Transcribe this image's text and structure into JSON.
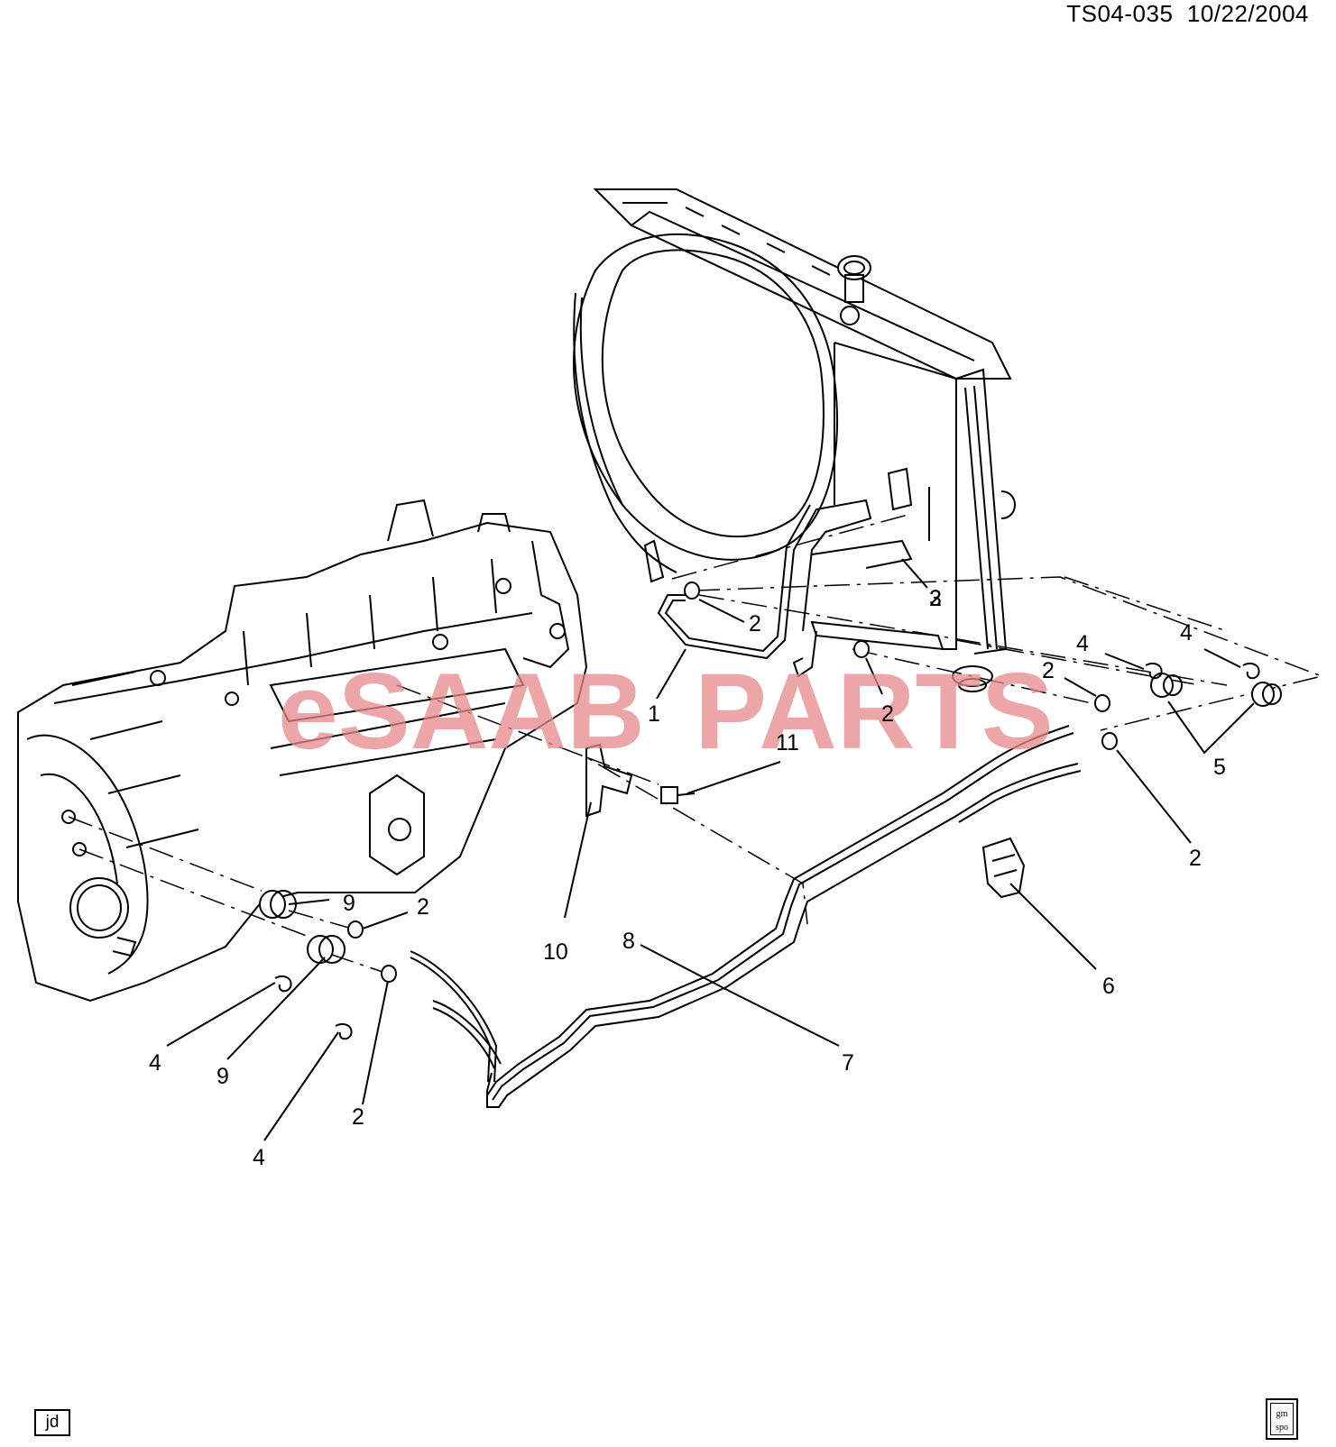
{
  "header": {
    "doc_id": "TS04-035",
    "date": "10/22/2004"
  },
  "watermark": {
    "brand_prefix": "eSAAB",
    "brand_suffix": "PARTS",
    "color": "#e8898a"
  },
  "callouts": [
    "1",
    "2",
    "2",
    "2",
    "2",
    "2",
    "2",
    "2",
    "3",
    "4",
    "4",
    "4",
    "4",
    "5",
    "6",
    "7",
    "8",
    "9",
    "9",
    "10",
    "11"
  ],
  "footer": {
    "left_badge": "jd",
    "right_badge_top": "gm",
    "right_badge_bottom": "spo"
  }
}
